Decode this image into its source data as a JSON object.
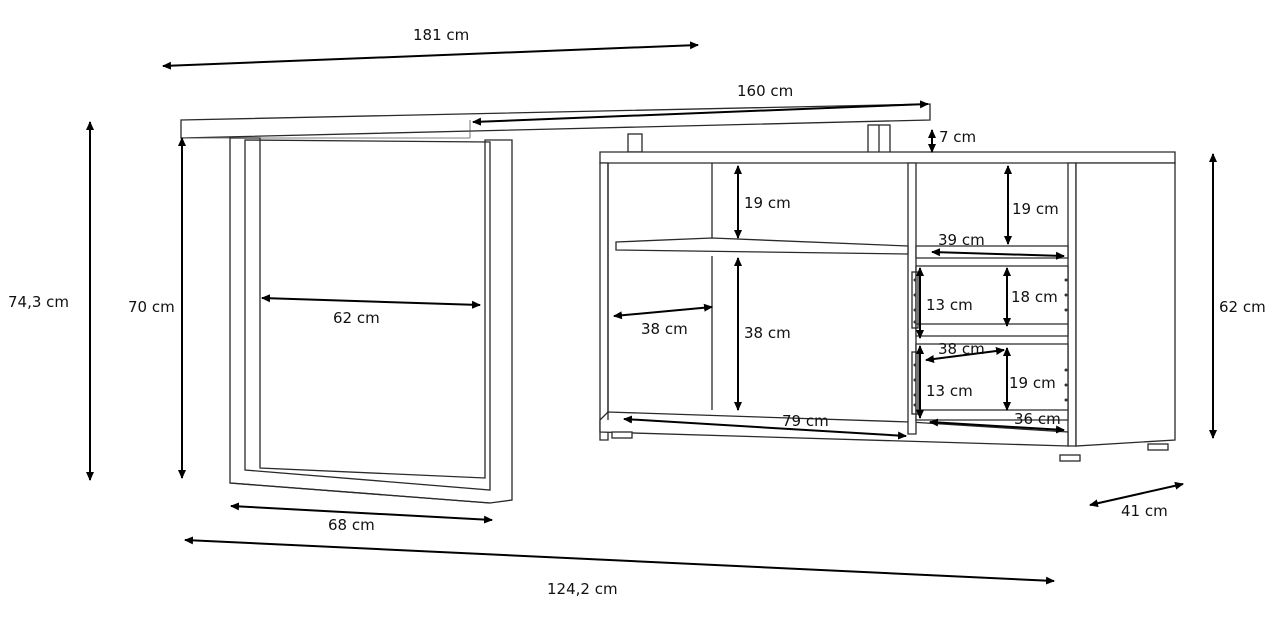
{
  "dimensions": {
    "width_total": "181 cm",
    "top_length": "160 cm",
    "top_thickness": "7 cm",
    "shelf_top_left_height": "19 cm",
    "shelf_top_right_height": "19 cm",
    "shelf_width_right": "39 cm",
    "total_height": "74,3 cm",
    "leg_height": "70 cm",
    "leg_inner_width": "62 cm",
    "compartment_width": "38 cm",
    "compartment_height": "38 cm",
    "small_height_1": "13 cm",
    "drawer_height_1": "18 cm",
    "drawer_width_1": "38 cm",
    "small_height_2": "13 cm",
    "drawer_height_2": "19 cm",
    "drawer_width_2": "36 cm",
    "cabinet_width": "79 cm",
    "cabinet_height": "62 cm",
    "leg_depth": "68 cm",
    "cabinet_depth": "41 cm",
    "overall_length": "124,2 cm"
  }
}
